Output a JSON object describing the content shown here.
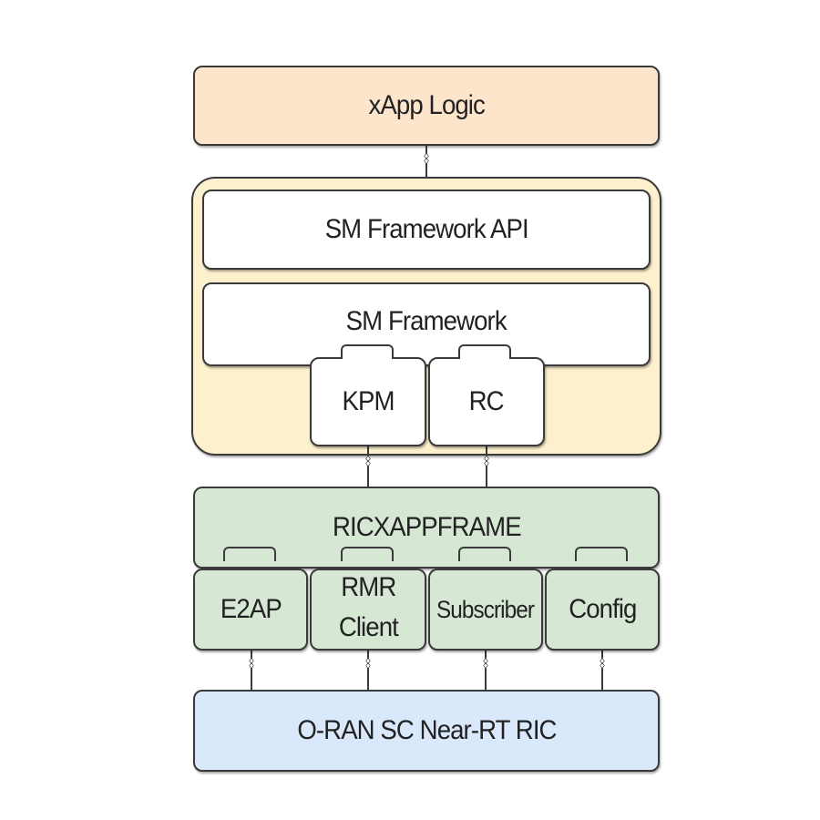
{
  "colors": {
    "xapp": "#fde5cc",
    "sm_container": "#fdf0cd",
    "white": "#ffffff",
    "ricxapp": "#d6e8d4",
    "ric": "#dae8fb",
    "stroke": "#3a3a3a"
  },
  "xapp_logic": {
    "label": "xApp Logic"
  },
  "sm": {
    "api_label": "SM Framework API",
    "framework_label": "SM Framework",
    "modules": [
      {
        "label": "KPM"
      },
      {
        "label": "RC"
      }
    ]
  },
  "ricxappframe": {
    "label": "RICXAPPFRAME",
    "modules": [
      {
        "label": "E2AP"
      },
      {
        "label": "RMR\nClient"
      },
      {
        "label": "Subscriber"
      },
      {
        "label": "Config"
      }
    ]
  },
  "ric": {
    "label": "O-RAN SC Near-RT RIC"
  }
}
